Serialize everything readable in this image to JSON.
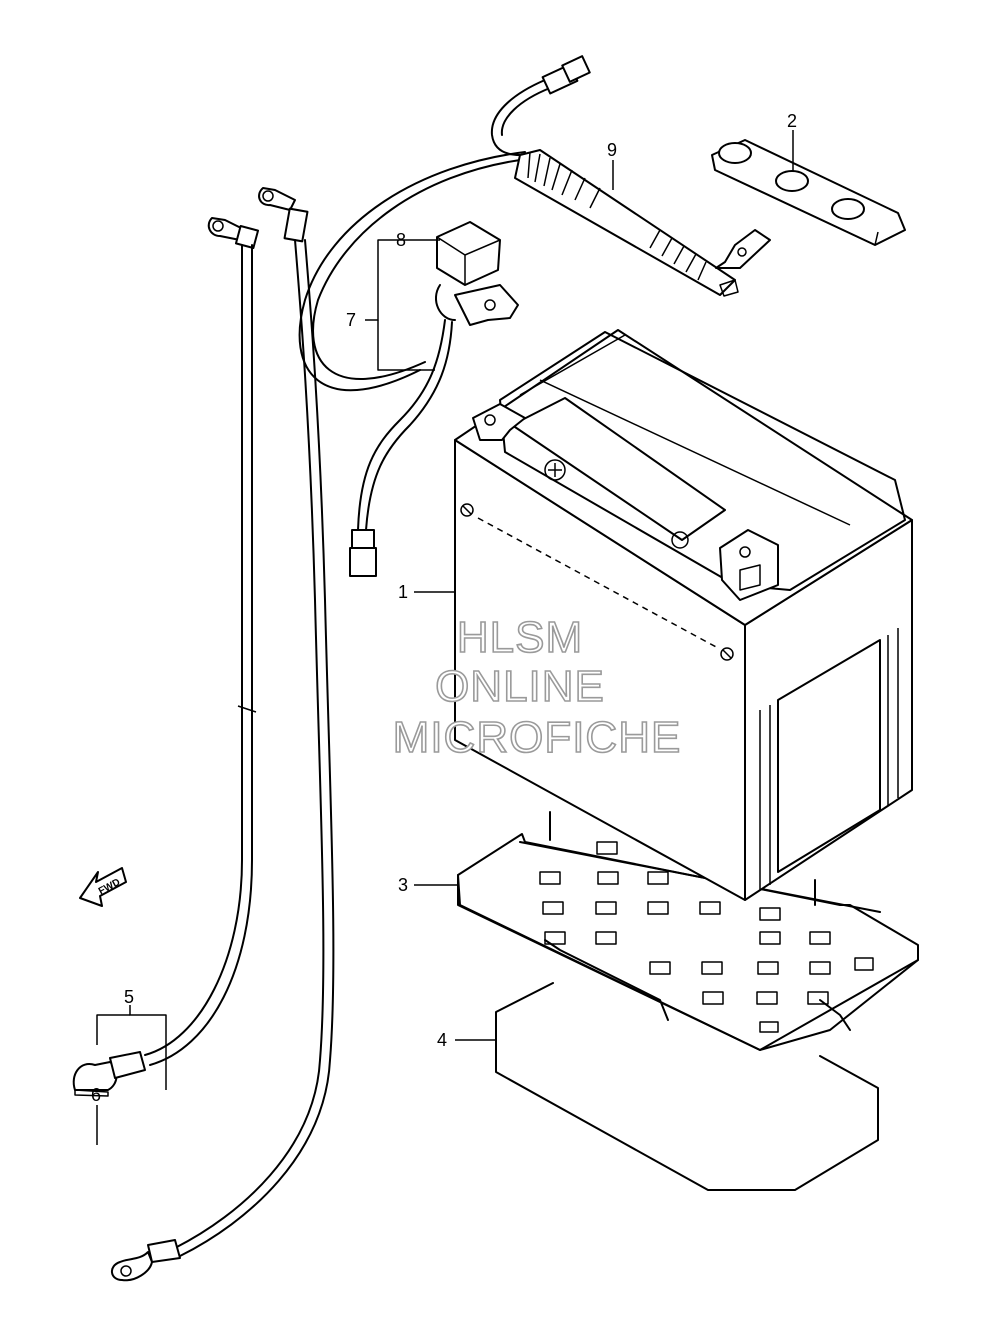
{
  "callouts": [
    {
      "id": "1",
      "label": "1"
    },
    {
      "id": "2",
      "label": "2"
    },
    {
      "id": "3",
      "label": "3"
    },
    {
      "id": "4",
      "label": "4"
    },
    {
      "id": "5",
      "label": "5"
    },
    {
      "id": "6",
      "label": "6"
    },
    {
      "id": "7",
      "label": "7"
    },
    {
      "id": "8",
      "label": "8"
    },
    {
      "id": "9",
      "label": "9"
    }
  ],
  "fwd_arrow": {
    "label": "FWD"
  },
  "watermark": {
    "line1": "HLSM",
    "line2": "ONLINE",
    "line3": "MICROFICHE"
  }
}
